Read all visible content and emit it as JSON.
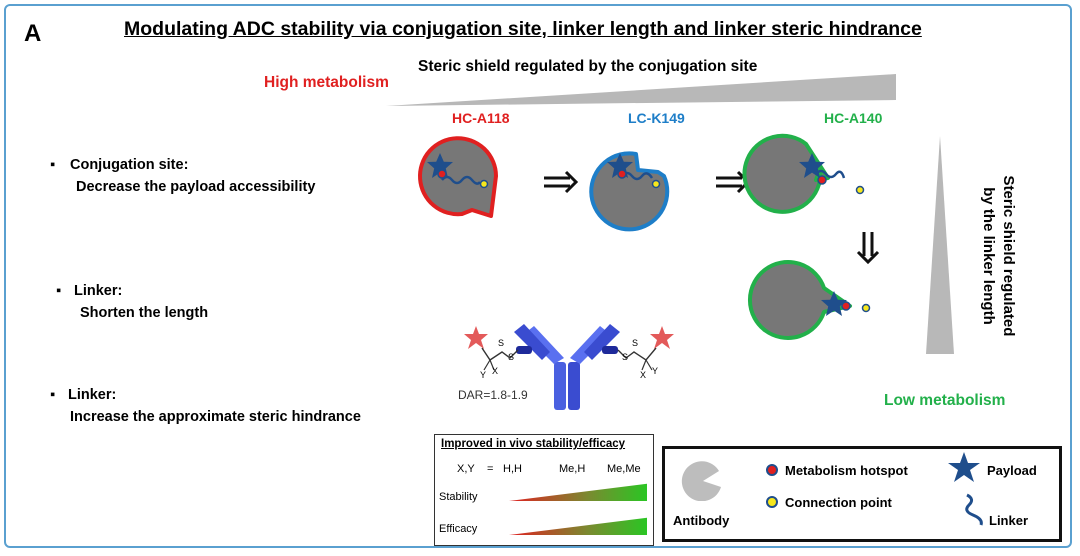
{
  "panel_label": "A",
  "title": "Modulating ADC stability via conjugation site, linker length and linker steric hindrance",
  "top_gradient_label": "Steric shield regulated by the conjugation site",
  "high_metabolism": "High metabolism",
  "low_metabolism": "Low metabolism",
  "vertical_gradient_label": [
    "Steric shield regulated",
    "by the linker length"
  ],
  "sites": [
    "HC-A118",
    "LC-K149",
    "HC-A140"
  ],
  "bullets": [
    {
      "heading": "Conjugation site:",
      "text": "Decrease the payload accessibility"
    },
    {
      "heading": "Linker:",
      "text": "Shorten the length"
    },
    {
      "heading": "Linker:",
      "text": "Increase the approximate steric hindrance"
    }
  ],
  "structure": {
    "dar": "DAR=1.8-1.9",
    "s_label": "S",
    "x_label": "X",
    "y_label": "Y"
  },
  "improved": {
    "title": "Improved in vivo stability/efficacy",
    "xy_header": [
      "X,Y",
      "=",
      "H,H",
      "Me,H",
      "Me,Me"
    ],
    "rows": [
      "Stability",
      "Efficacy"
    ]
  },
  "legend": {
    "antibody": "Antibody",
    "hotspot": "Metabolism hotspot",
    "connection": "Connection point",
    "payload": "Payload",
    "linker": "Linker"
  },
  "colors": {
    "red": "#e02020",
    "blue": "#1e7ec8",
    "green": "#22b04a",
    "payload": "#1f4e8c",
    "antibody_gray": "#777777"
  },
  "icons": [
    "antibody-pacman-icon",
    "payload-star-icon",
    "linker-wave-icon",
    "hotspot-dot-icon",
    "connection-dot-icon",
    "right-arrow-icon",
    "down-arrow-icon"
  ]
}
